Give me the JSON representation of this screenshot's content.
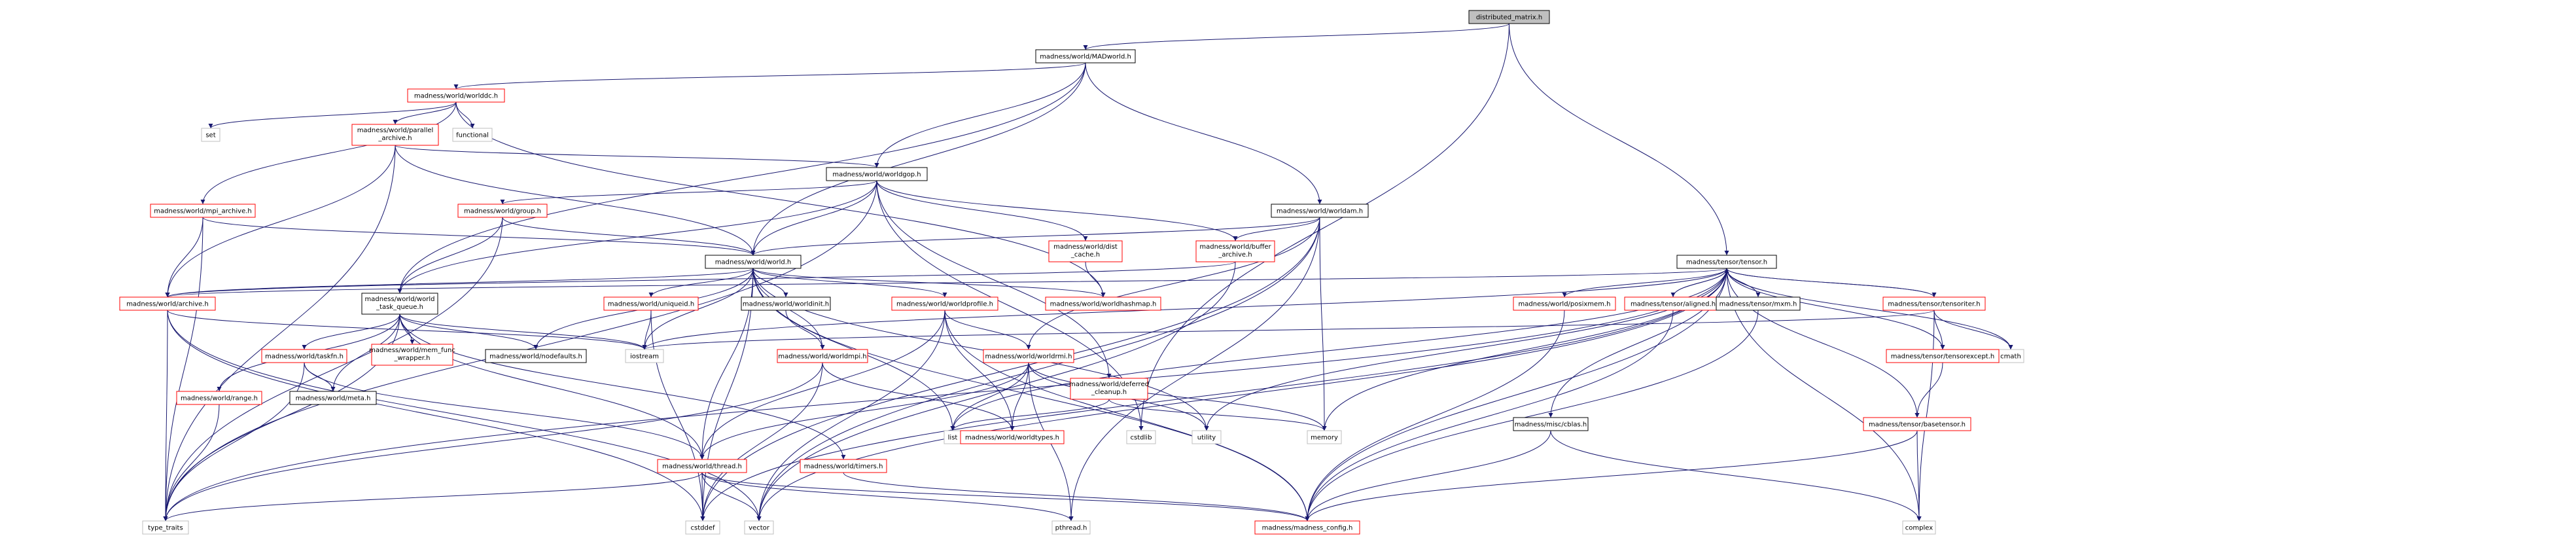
{
  "colors": {
    "edge": "#191970",
    "root_fill": "#bfbfbf",
    "doc_border": "#000000",
    "undoc_border": "#ff0000",
    "system_border": "#bfbfbf",
    "text": "#000000"
  },
  "nodes": [
    {
      "id": "distributed_matrix",
      "label": "distributed_matrix.h",
      "kind": "root"
    },
    {
      "id": "madworld",
      "label": "madness/world/MADworld.h",
      "kind": "doc"
    },
    {
      "id": "worlddc",
      "label": "madness/world/worlddc.h",
      "kind": "undoc"
    },
    {
      "id": "set",
      "label": "set",
      "kind": "system"
    },
    {
      "id": "functional",
      "label": "functional",
      "kind": "system"
    },
    {
      "id": "parallel_archive",
      "label": [
        "madness/world/parallel",
        "_archive.h"
      ],
      "kind": "undoc"
    },
    {
      "id": "worldgop",
      "label": "madness/world/worldgop.h",
      "kind": "doc"
    },
    {
      "id": "mpi_archive",
      "label": "madness/world/mpi_archive.h",
      "kind": "undoc"
    },
    {
      "id": "group",
      "label": "madness/world/group.h",
      "kind": "undoc"
    },
    {
      "id": "worldam",
      "label": "madness/world/worldam.h",
      "kind": "doc"
    },
    {
      "id": "dist_cache",
      "label": [
        "madness/world/dist",
        "_cache.h"
      ],
      "kind": "undoc"
    },
    {
      "id": "buffer_archive",
      "label": [
        "madness/world/buffer",
        "_archive.h"
      ],
      "kind": "undoc"
    },
    {
      "id": "world",
      "label": "madness/world/world.h",
      "kind": "doc"
    },
    {
      "id": "tensor",
      "label": "madness/tensor/tensor.h",
      "kind": "doc"
    },
    {
      "id": "archive",
      "label": "madness/world/archive.h",
      "kind": "undoc"
    },
    {
      "id": "world_task_queue",
      "label": [
        "madness/world/world",
        "_task_queue.h"
      ],
      "kind": "doc"
    },
    {
      "id": "uniqueid",
      "label": "madness/world/uniqueid.h",
      "kind": "undoc"
    },
    {
      "id": "worldinit",
      "label": "madness/world/worldinit.h",
      "kind": "doc"
    },
    {
      "id": "worldprofile",
      "label": "madness/world/worldprofile.h",
      "kind": "undoc"
    },
    {
      "id": "worldhashmap",
      "label": "madness/world/worldhashmap.h",
      "kind": "undoc"
    },
    {
      "id": "iostream",
      "label": "iostream",
      "kind": "system"
    },
    {
      "id": "taskfn",
      "label": "madness/world/taskfn.h",
      "kind": "undoc"
    },
    {
      "id": "mem_func_wrapper",
      "label": [
        "madness/world/mem_func",
        "_wrapper.h"
      ],
      "kind": "undoc"
    },
    {
      "id": "nodefaults",
      "label": "madness/world/nodefaults.h",
      "kind": "doc"
    },
    {
      "id": "worldmpi",
      "label": "madness/world/worldmpi.h",
      "kind": "undoc"
    },
    {
      "id": "worldrmi",
      "label": "madness/world/worldrmi.h",
      "kind": "undoc"
    },
    {
      "id": "deferred_cleanup",
      "label": [
        "madness/world/deferred",
        "_cleanup.h"
      ],
      "kind": "undoc"
    },
    {
      "id": "range",
      "label": "madness/world/range.h",
      "kind": "undoc"
    },
    {
      "id": "meta",
      "label": "madness/world/meta.h",
      "kind": "doc"
    },
    {
      "id": "thread",
      "label": "madness/world/thread.h",
      "kind": "undoc"
    },
    {
      "id": "timers",
      "label": "madness/world/timers.h",
      "kind": "undoc"
    },
    {
      "id": "list",
      "label": "list",
      "kind": "system"
    },
    {
      "id": "worldtypes",
      "label": "madness/world/worldtypes.h",
      "kind": "undoc"
    },
    {
      "id": "cstdlib",
      "label": "cstdlib",
      "kind": "system"
    },
    {
      "id": "utility",
      "label": "utility",
      "kind": "system"
    },
    {
      "id": "memory",
      "label": "memory",
      "kind": "system"
    },
    {
      "id": "type_traits",
      "label": "type_traits",
      "kind": "system"
    },
    {
      "id": "cstddef",
      "label": "cstddef",
      "kind": "system"
    },
    {
      "id": "vector",
      "label": "vector",
      "kind": "system"
    },
    {
      "id": "pthread",
      "label": "pthread.h",
      "kind": "system"
    },
    {
      "id": "madness_config",
      "label": "madness/madness_config.h",
      "kind": "undoc"
    },
    {
      "id": "posixmem",
      "label": "madness/world/posixmem.h",
      "kind": "undoc"
    },
    {
      "id": "aligned",
      "label": "madness/tensor/aligned.h",
      "kind": "undoc"
    },
    {
      "id": "mxm",
      "label": "madness/tensor/mxm.h",
      "kind": "doc"
    },
    {
      "id": "tensoriter",
      "label": "madness/tensor/tensoriter.h",
      "kind": "undoc"
    },
    {
      "id": "cmath",
      "label": "cmath",
      "kind": "system"
    },
    {
      "id": "tensorexcept",
      "label": "madness/tensor/tensorexcept.h",
      "kind": "undoc"
    },
    {
      "id": "basetensor",
      "label": "madness/tensor/basetensor.h",
      "kind": "undoc"
    },
    {
      "id": "complex",
      "label": "complex",
      "kind": "system"
    },
    {
      "id": "cblas",
      "label": "madness/misc/cblas.h",
      "kind": "doc"
    }
  ],
  "edges": [
    [
      "distributed_matrix",
      "madworld"
    ],
    [
      "distributed_matrix",
      "tensor"
    ],
    [
      "distributed_matrix",
      "cstdlib"
    ],
    [
      "madworld",
      "worlddc"
    ],
    [
      "madworld",
      "worldgop"
    ],
    [
      "madworld",
      "worldam"
    ],
    [
      "madworld",
      "world"
    ],
    [
      "madworld",
      "world_task_queue"
    ],
    [
      "worlddc",
      "set"
    ],
    [
      "worlddc",
      "functional"
    ],
    [
      "worlddc",
      "parallel_archive"
    ],
    [
      "worlddc",
      "mpi_archive"
    ],
    [
      "worlddc",
      "worldhashmap"
    ],
    [
      "parallel_archive",
      "worldgop"
    ],
    [
      "parallel_archive",
      "world"
    ],
    [
      "parallel_archive",
      "archive"
    ],
    [
      "parallel_archive",
      "type_traits"
    ],
    [
      "worldgop",
      "group"
    ],
    [
      "worldgop",
      "world"
    ],
    [
      "worldgop",
      "dist_cache"
    ],
    [
      "worldgop",
      "buffer_archive"
    ],
    [
      "worldgop",
      "world_task_queue"
    ],
    [
      "worldgop",
      "deferred_cleanup"
    ],
    [
      "worldgop",
      "type_traits"
    ],
    [
      "worldgop",
      "cstdlib"
    ],
    [
      "mpi_archive",
      "world"
    ],
    [
      "mpi_archive",
      "archive"
    ],
    [
      "mpi_archive",
      "type_traits"
    ],
    [
      "group",
      "world"
    ],
    [
      "group",
      "world_task_queue"
    ],
    [
      "group",
      "type_traits"
    ],
    [
      "worldam",
      "world"
    ],
    [
      "worldam",
      "buffer_archive"
    ],
    [
      "worldam",
      "worldrmi"
    ],
    [
      "worldam",
      "memory"
    ],
    [
      "worldam",
      "cstddef"
    ],
    [
      "worldam",
      "vector"
    ],
    [
      "worldam",
      "pthread"
    ],
    [
      "dist_cache",
      "worldhashmap"
    ],
    [
      "buffer_archive",
      "archive"
    ],
    [
      "buffer_archive",
      "vector"
    ],
    [
      "world",
      "uniqueid"
    ],
    [
      "world",
      "worldinit"
    ],
    [
      "world",
      "worldprofile"
    ],
    [
      "world",
      "worldhashmap"
    ],
    [
      "world",
      "iostream"
    ],
    [
      "world",
      "nodefaults"
    ],
    [
      "world",
      "worldmpi"
    ],
    [
      "world",
      "thread"
    ],
    [
      "world",
      "list"
    ],
    [
      "world",
      "utility"
    ],
    [
      "world",
      "cstddef"
    ],
    [
      "world",
      "madness_config"
    ],
    [
      "world",
      "archive"
    ],
    [
      "tensor",
      "archive"
    ],
    [
      "tensor",
      "posixmem"
    ],
    [
      "tensor",
      "aligned"
    ],
    [
      "tensor",
      "mxm"
    ],
    [
      "tensor",
      "tensoriter"
    ],
    [
      "tensor",
      "cmath"
    ],
    [
      "tensor",
      "complex"
    ],
    [
      "tensor",
      "tensorexcept"
    ],
    [
      "tensor",
      "basetensor"
    ],
    [
      "tensor",
      "cblas"
    ],
    [
      "tensor",
      "iostream"
    ],
    [
      "tensor",
      "memory"
    ],
    [
      "tensor",
      "utility"
    ],
    [
      "tensor",
      "cstddef"
    ],
    [
      "tensor",
      "vector"
    ],
    [
      "tensor",
      "type_traits"
    ],
    [
      "tensor",
      "madness_config"
    ],
    [
      "tensor",
      "list"
    ],
    [
      "archive",
      "iostream"
    ],
    [
      "archive",
      "type_traits"
    ],
    [
      "archive",
      "cstddef"
    ],
    [
      "archive",
      "vector"
    ],
    [
      "world_task_queue",
      "taskfn"
    ],
    [
      "world_task_queue",
      "mem_func_wrapper"
    ],
    [
      "world_task_queue",
      "nodefaults"
    ],
    [
      "world_task_queue",
      "range"
    ],
    [
      "world_task_queue",
      "meta"
    ],
    [
      "world_task_queue",
      "iostream"
    ],
    [
      "world_task_queue",
      "type_traits"
    ],
    [
      "world_task_queue",
      "timers"
    ],
    [
      "world_task_queue",
      "thread"
    ],
    [
      "uniqueid",
      "iostream"
    ],
    [
      "uniqueid",
      "cstddef"
    ],
    [
      "worldinit",
      "worldmpi"
    ],
    [
      "worldprofile",
      "worldrmi"
    ],
    [
      "worldprofile",
      "worldtypes"
    ],
    [
      "worldprofile",
      "thread"
    ],
    [
      "worldprofile",
      "madness_config"
    ],
    [
      "worldprofile",
      "vector"
    ],
    [
      "taskfn",
      "meta"
    ],
    [
      "taskfn",
      "thread"
    ],
    [
      "taskfn",
      "type_traits"
    ],
    [
      "worldmpi",
      "worldtypes"
    ],
    [
      "worldmpi",
      "type_traits"
    ],
    [
      "worldmpi",
      "cstddef"
    ],
    [
      "worldrmi",
      "thread"
    ],
    [
      "worldrmi",
      "worldtypes"
    ],
    [
      "worldrmi",
      "list"
    ],
    [
      "worldrmi",
      "utility"
    ],
    [
      "worldrmi",
      "memory"
    ],
    [
      "worldrmi",
      "pthread"
    ],
    [
      "deferred_cleanup",
      "list"
    ],
    [
      "deferred_cleanup",
      "memory"
    ],
    [
      "range",
      "type_traits"
    ],
    [
      "thread",
      "type_traits"
    ],
    [
      "thread",
      "cstddef"
    ],
    [
      "thread",
      "vector"
    ],
    [
      "thread",
      "pthread"
    ],
    [
      "thread",
      "madness_config"
    ],
    [
      "timers",
      "madness_config"
    ],
    [
      "posixmem",
      "madness_config"
    ],
    [
      "aligned",
      "tensor"
    ],
    [
      "aligned",
      "madness_config"
    ],
    [
      "mxm",
      "madness_config"
    ],
    [
      "tensoriter",
      "tensor"
    ],
    [
      "tensoriter",
      "tensorexcept"
    ],
    [
      "tensoriter",
      "iostream"
    ],
    [
      "tensoriter",
      "cmath"
    ],
    [
      "tensoriter",
      "complex"
    ],
    [
      "tensorexcept",
      "basetensor"
    ],
    [
      "basetensor",
      "madness_config"
    ],
    [
      "basetensor",
      "complex"
    ],
    [
      "cblas",
      "madness_config"
    ],
    [
      "cblas",
      "complex"
    ]
  ]
}
